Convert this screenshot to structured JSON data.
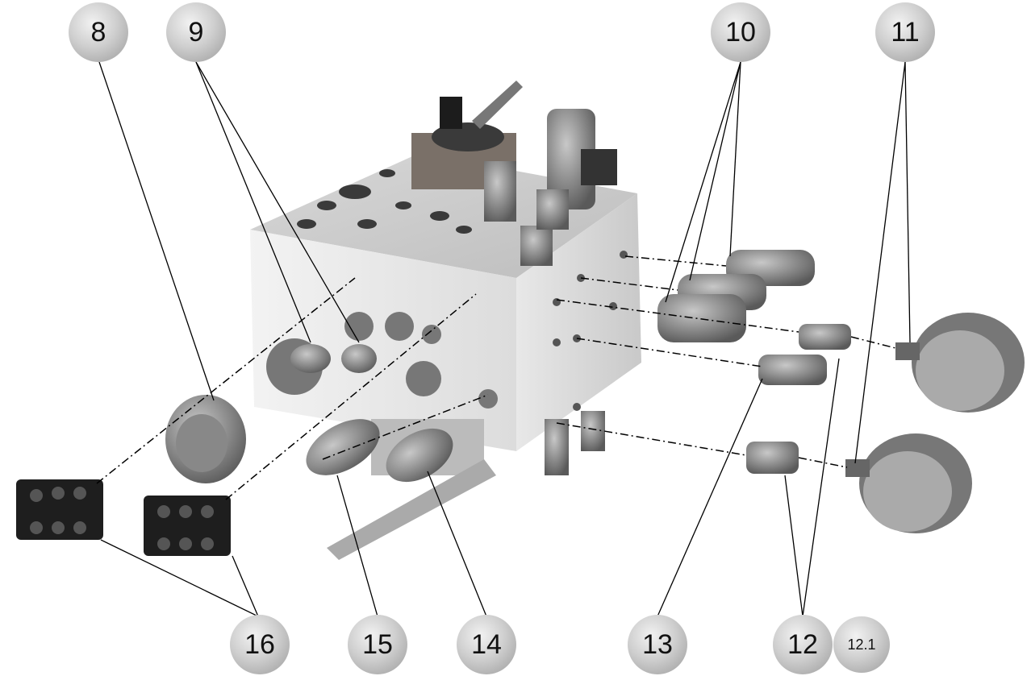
{
  "balloons": {
    "b8": "8",
    "b9": "9",
    "b10": "10",
    "b11": "11",
    "b16": "16",
    "b15": "15",
    "b14": "14",
    "b13": "13",
    "b12": "12",
    "b12_1": "12.1"
  },
  "colors": {
    "part": "#9c9c9c",
    "block": "#e4e4e4",
    "dark": "#2a2a2a",
    "line": "#000000"
  }
}
